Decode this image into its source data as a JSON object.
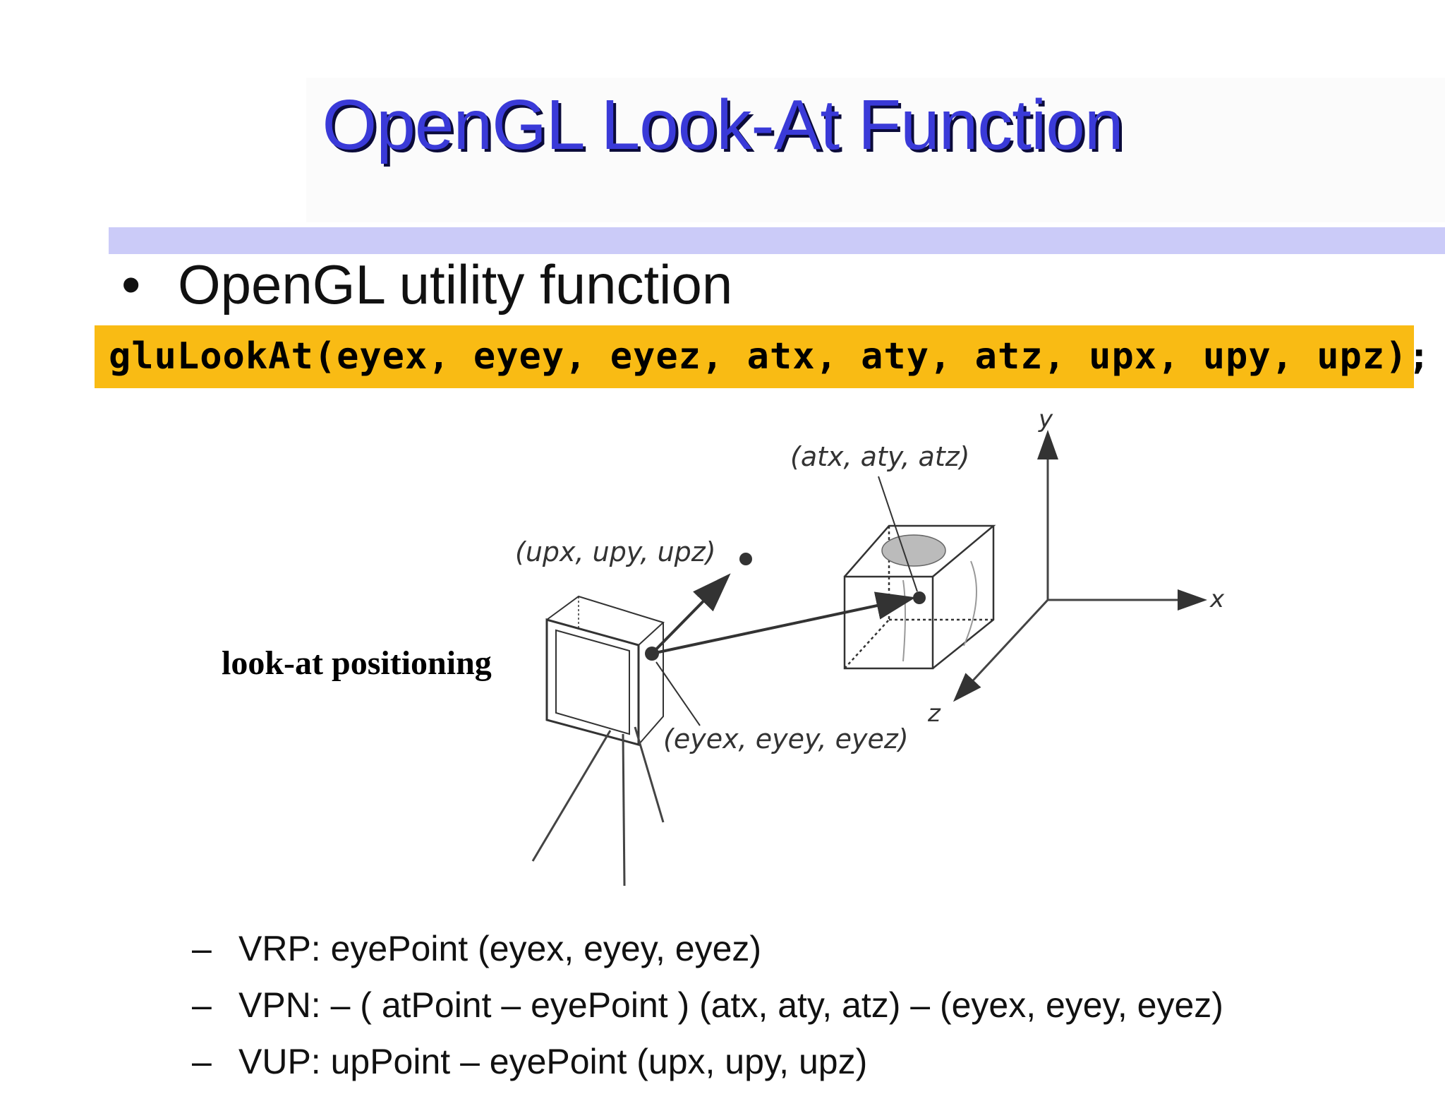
{
  "slide": {
    "title": "OpenGL Look-At Function",
    "bullet": {
      "marker": "•",
      "text": "OpenGL utility function"
    },
    "code": "gluLookAt(eyex, eyey, eyez, atx, aty, atz, upx, upy, upz);",
    "figure_caption": "look-at positioning",
    "diagram": {
      "at_label": "(atx, aty, atz)",
      "up_label": "(upx, upy, upz)",
      "eye_label": "(eyex, eyey, eyez)",
      "axis_labels": {
        "x": "x",
        "y": "y",
        "z": "z"
      }
    },
    "sub_bullets": [
      {
        "marker": "–",
        "text": "VRP: eyePoint (eyex, eyey, eyez)"
      },
      {
        "marker": "–",
        "text": "VPN: – ( atPoint – eyePoint ) (atx, aty, atz) – (eyex, eyey, eyez)"
      },
      {
        "marker": "–",
        "text": "VUP: upPoint – eyePoint (upx, upy, upz)"
      }
    ]
  },
  "colors": {
    "title": "#3a3ad8",
    "title_shadow": "#0b0b3a",
    "bar": "#cbcbf8",
    "code_background": "#f9bb14"
  }
}
